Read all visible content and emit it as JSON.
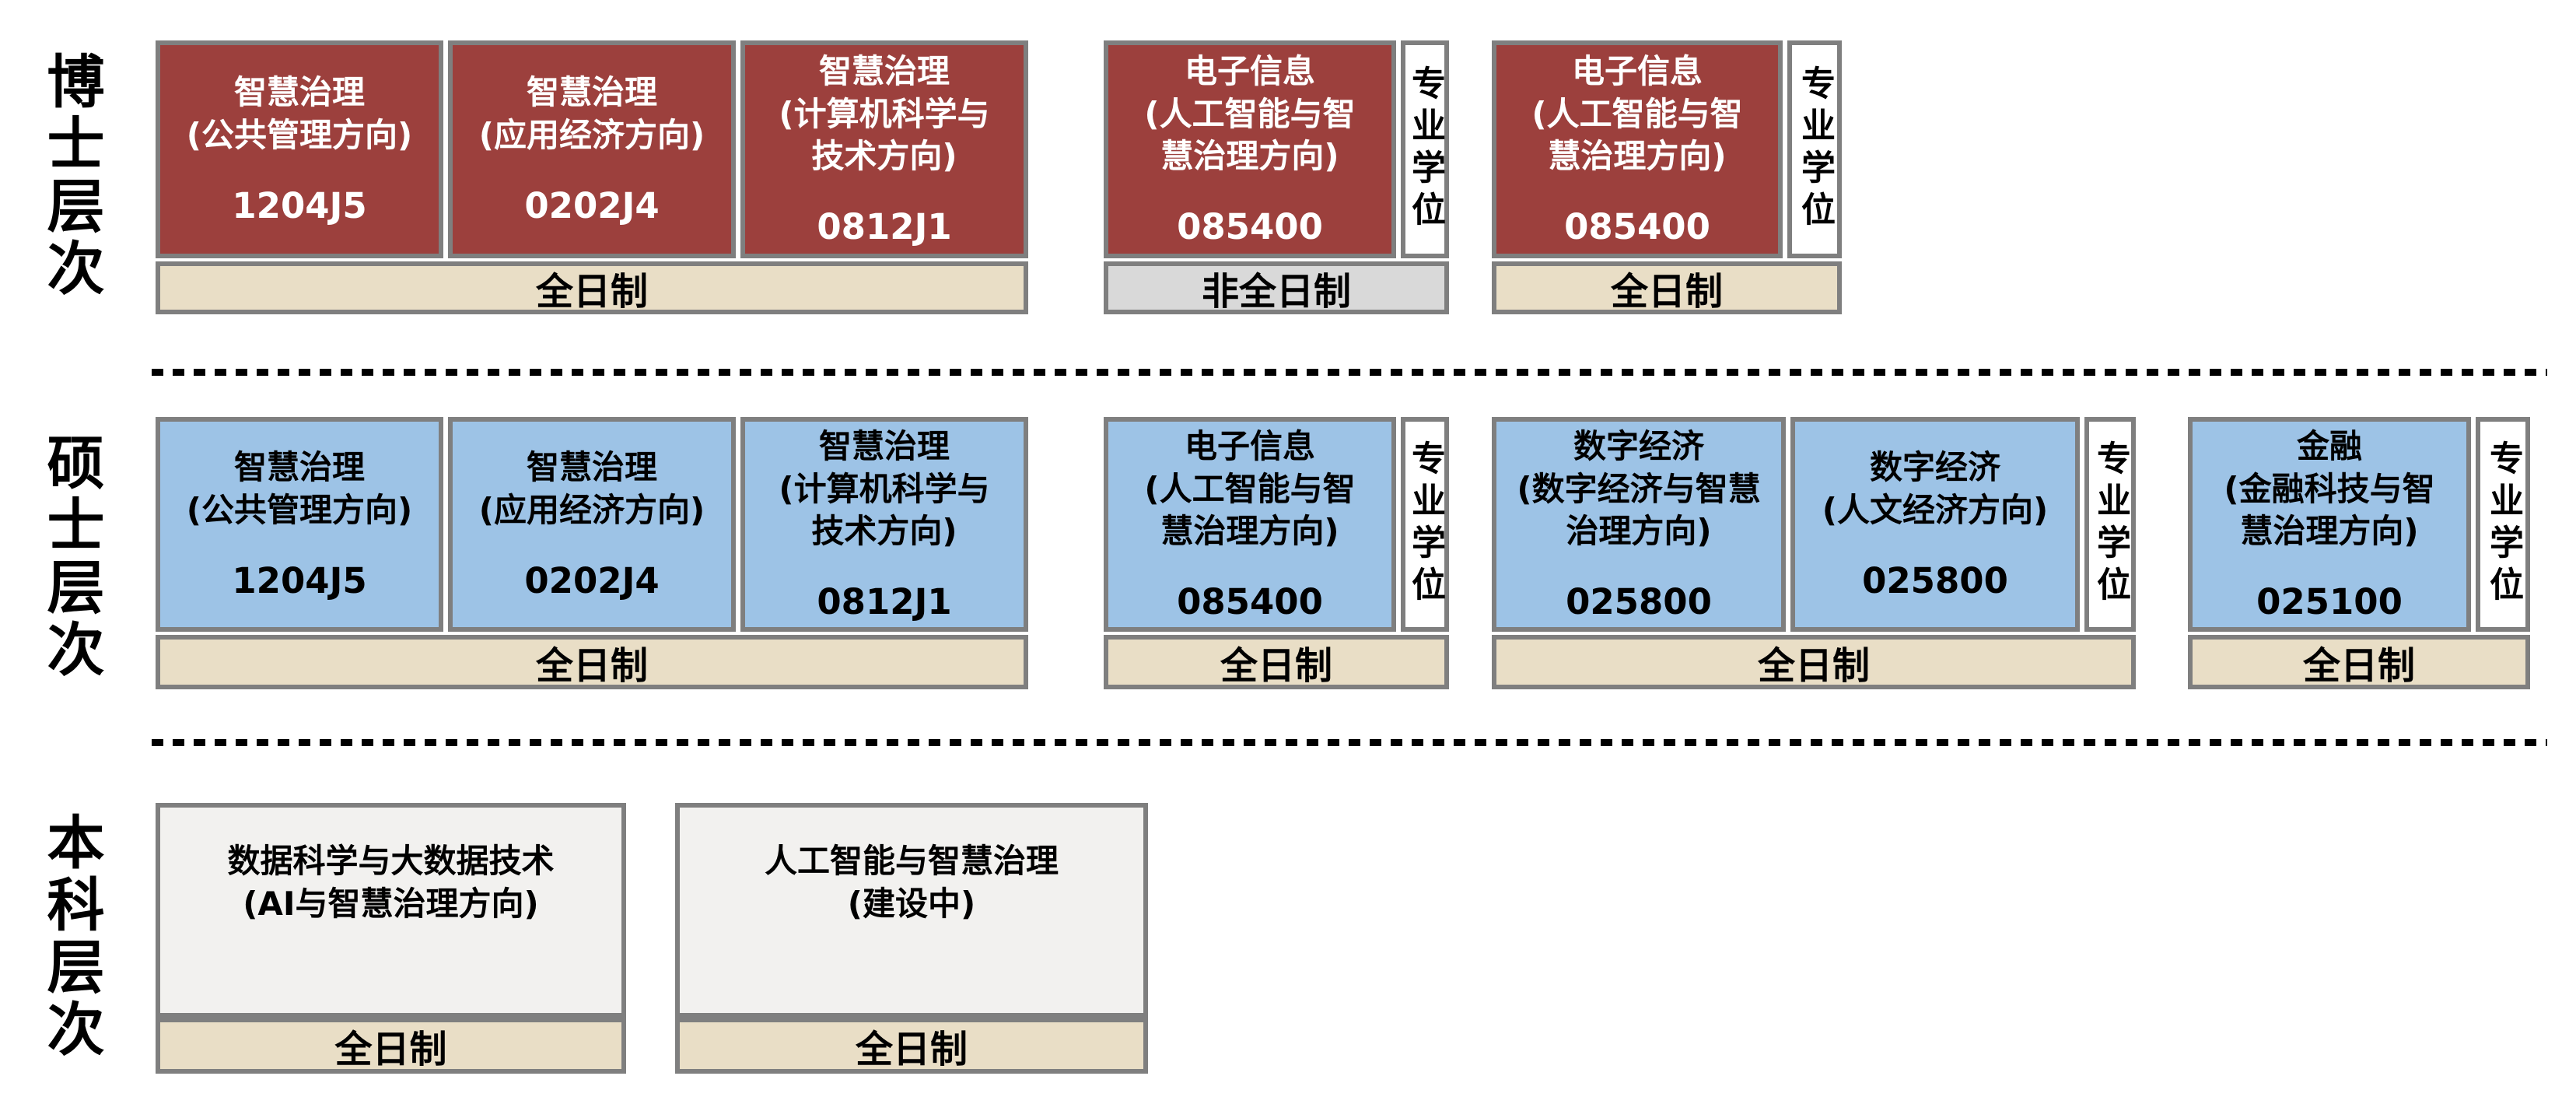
{
  "diagram": {
    "levels": {
      "doctoral": "博士层次",
      "master": "硕士层次",
      "undergraduate": "本科层次"
    },
    "shared": {
      "professional_degree": "专业学位",
      "full_time": "全日制",
      "part_time": "非全日制"
    },
    "colors": {
      "doctoral_box": "#9C403D",
      "master_box": "#9DC3E6",
      "undergraduate_box": "#F2F1EF",
      "full_time_bar": "#E9DEC6",
      "part_time_bar": "#D9D9D9",
      "degree_tab": "#FFFFFF",
      "border": "#7F7F7F"
    },
    "doctoral": {
      "smart_gov": {
        "boxes": [
          {
            "title": "智慧治理",
            "direction": "(公共管理方向)",
            "code": "1204J5"
          },
          {
            "title": "智慧治理",
            "direction": "(应用经济方向)",
            "code": "0202J4"
          },
          {
            "title": "智慧治理",
            "direction": "(计算机科学与技术方向)",
            "code": "0812J1"
          }
        ],
        "mode": "全日制"
      },
      "ei_part_time": {
        "title": "电子信息",
        "direction": "(人工智能与智慧治理方向)",
        "code": "085400",
        "degree": "专业学位",
        "mode": "非全日制"
      },
      "ei_full_time": {
        "title": "电子信息",
        "direction": "(人工智能与智慧治理方向)",
        "code": "085400",
        "degree": "专业学位",
        "mode": "全日制"
      }
    },
    "master": {
      "smart_gov": {
        "boxes": [
          {
            "title": "智慧治理",
            "direction": "(公共管理方向)",
            "code": "1204J5"
          },
          {
            "title": "智慧治理",
            "direction": "(应用经济方向)",
            "code": "0202J4"
          },
          {
            "title": "智慧治理",
            "direction": "(计算机科学与技术方向)",
            "code": "0812J1"
          }
        ],
        "mode": "全日制"
      },
      "ei": {
        "title": "电子信息",
        "direction": "(人工智能与智慧治理方向)",
        "code": "085400",
        "degree": "专业学位",
        "mode": "全日制"
      },
      "digital_economy": {
        "boxes": [
          {
            "title": "数字经济",
            "direction": "(数字经济与智慧治理方向)",
            "code": "025800"
          },
          {
            "title": "数字经济",
            "direction": "(人文经济方向)",
            "code": "025800"
          }
        ],
        "degree": "专业学位",
        "mode": "全日制"
      },
      "finance": {
        "title": "金融",
        "direction": "(金融科技与智慧治理方向)",
        "code": "025100",
        "degree": "专业学位",
        "mode": "全日制"
      }
    },
    "undergraduate": {
      "data_science": {
        "title": "数据科学与大数据技术",
        "direction": "(AI与智慧治理方向)",
        "mode": "全日制"
      },
      "ai_smart_gov": {
        "title": "人工智能与智慧治理",
        "direction": "(建设中)",
        "mode": "全日制"
      }
    }
  }
}
